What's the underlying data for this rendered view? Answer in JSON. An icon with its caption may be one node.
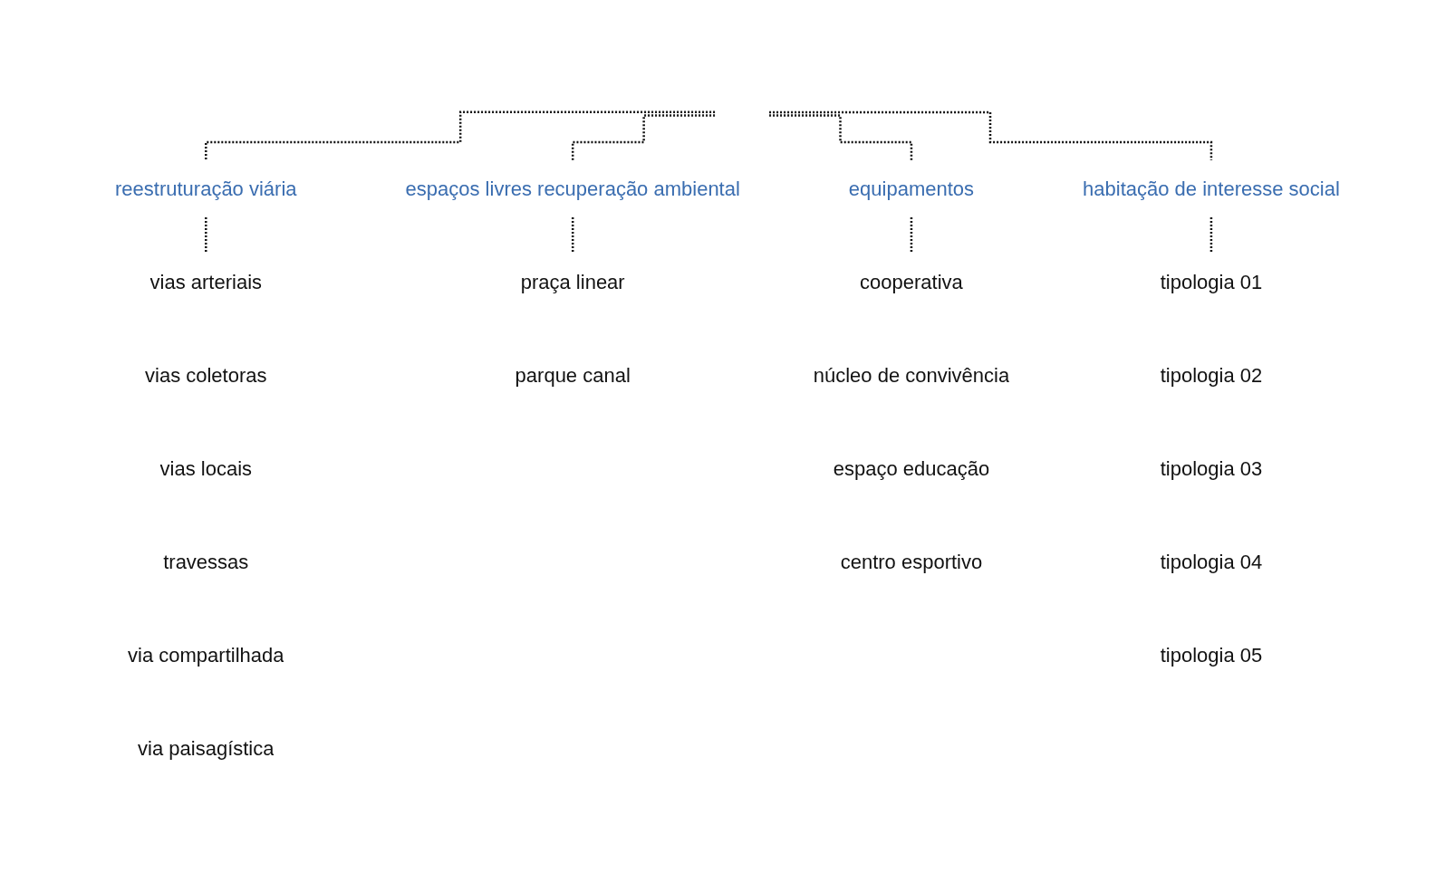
{
  "diagram": {
    "nodes": [
      {
        "text": [
          "reestruturação viária"
        ]
      },
      {
        "text": [
          "espaços livres recuperação ambiental"
        ]
      },
      {
        "text": [
          "equipamentos"
        ]
      },
      {
        "text": [
          "habitação de interesse social"
        ]
      },
      {
        "text": [
          "vias arteriais"
        ]
      },
      {
        "text": [
          "vias coletoras"
        ]
      },
      {
        "text": [
          "vias locais"
        ]
      },
      {
        "text": [
          "travessas"
        ]
      },
      {
        "text": [
          "via compartilhada"
        ]
      },
      {
        "text": [
          "via paisagística"
        ]
      },
      {
        "text": [
          "praça linear"
        ]
      },
      {
        "text": [
          "parque canal"
        ]
      },
      {
        "text": [
          "cooperativa"
        ]
      },
      {
        "text": [
          "núcleo de convivência"
        ]
      },
      {
        "text": [
          "espaço educação"
        ]
      },
      {
        "text": [
          "centro esportivo"
        ]
      },
      {
        "text": [
          "tipologia 01"
        ]
      },
      {
        "text": [
          "tipologia 02"
        ]
      },
      {
        "text": [
          "tipologia 03"
        ]
      },
      {
        "text": [
          "tipologia 04"
        ]
      },
      {
        "text": [
          "tipologia 05"
        ]
      }
    ],
    "edges": [
      {
        "from": null,
        "to": 0,
        "arrow": "none",
        "style": "dashed"
      },
      {
        "from": null,
        "to": 1,
        "arrow": "none",
        "style": "dashed"
      },
      {
        "from": null,
        "to": 2,
        "arrow": "none",
        "style": "dashed"
      },
      {
        "from": null,
        "to": 3,
        "arrow": "none",
        "style": "dashed"
      },
      {
        "from": 0,
        "to": 4,
        "arrow": "none",
        "style": "dashed"
      },
      {
        "from": 1,
        "to": 10,
        "arrow": "none",
        "style": "dashed"
      },
      {
        "from": 2,
        "to": 12,
        "arrow": "none",
        "style": "dashed"
      },
      {
        "from": 3,
        "to": 16,
        "arrow": "none",
        "style": "dashed"
      }
    ]
  }
}
